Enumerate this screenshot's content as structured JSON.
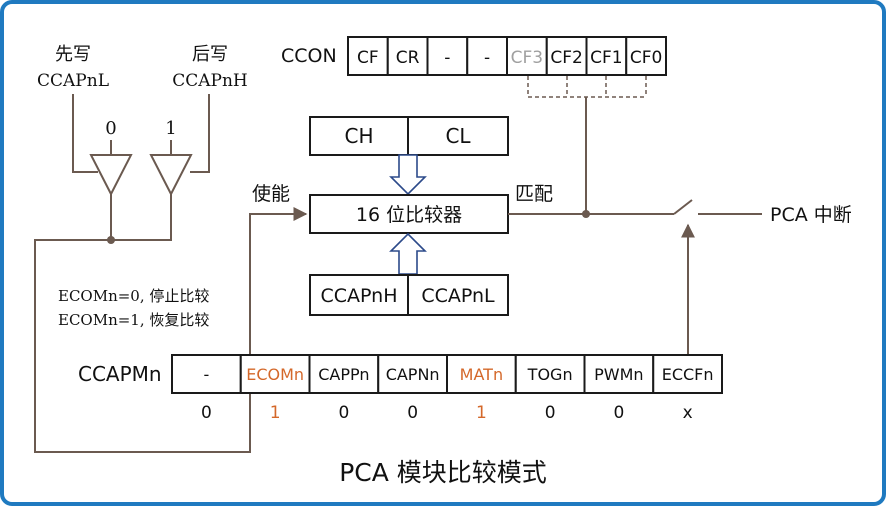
{
  "title": "PCA 模块比较模式",
  "ccon": {
    "label": "CCON",
    "bits": [
      "CF",
      "CR",
      "-",
      "-",
      "CF3",
      "CF2",
      "CF1",
      "CF0"
    ]
  },
  "write_low": {
    "line1": "先写",
    "line2": "CCAPnL",
    "input": "0"
  },
  "write_high": {
    "line1": "后写",
    "line2": "CCAPnH",
    "input": "1"
  },
  "counter": {
    "high": "CH",
    "low": "CL"
  },
  "comparator": {
    "label": "16 位比较器"
  },
  "capture_reg": {
    "high": "CCAPnH",
    "low": "CCAPnL"
  },
  "enable_label": "使能",
  "match_label": "匹配",
  "output_label": "PCA 中断",
  "notes": [
    "ECOMn=0, 停止比较",
    "ECOMn=1, 恢复比较"
  ],
  "ccapm": {
    "label": "CCAPMn",
    "bits": [
      "-",
      "ECOMn",
      "CAPPn",
      "CAPNn",
      "MATn",
      "TOGn",
      "PWMn",
      "ECCFn"
    ],
    "values": [
      "0",
      "1",
      "0",
      "0",
      "1",
      "0",
      "0",
      "x"
    ]
  },
  "colors": {
    "frame": "#1f7ac0",
    "highlight": "#d4682a",
    "disabled": "#a0a0a0",
    "wire": "#6b5a50",
    "arrow": "#2c4a8a"
  }
}
